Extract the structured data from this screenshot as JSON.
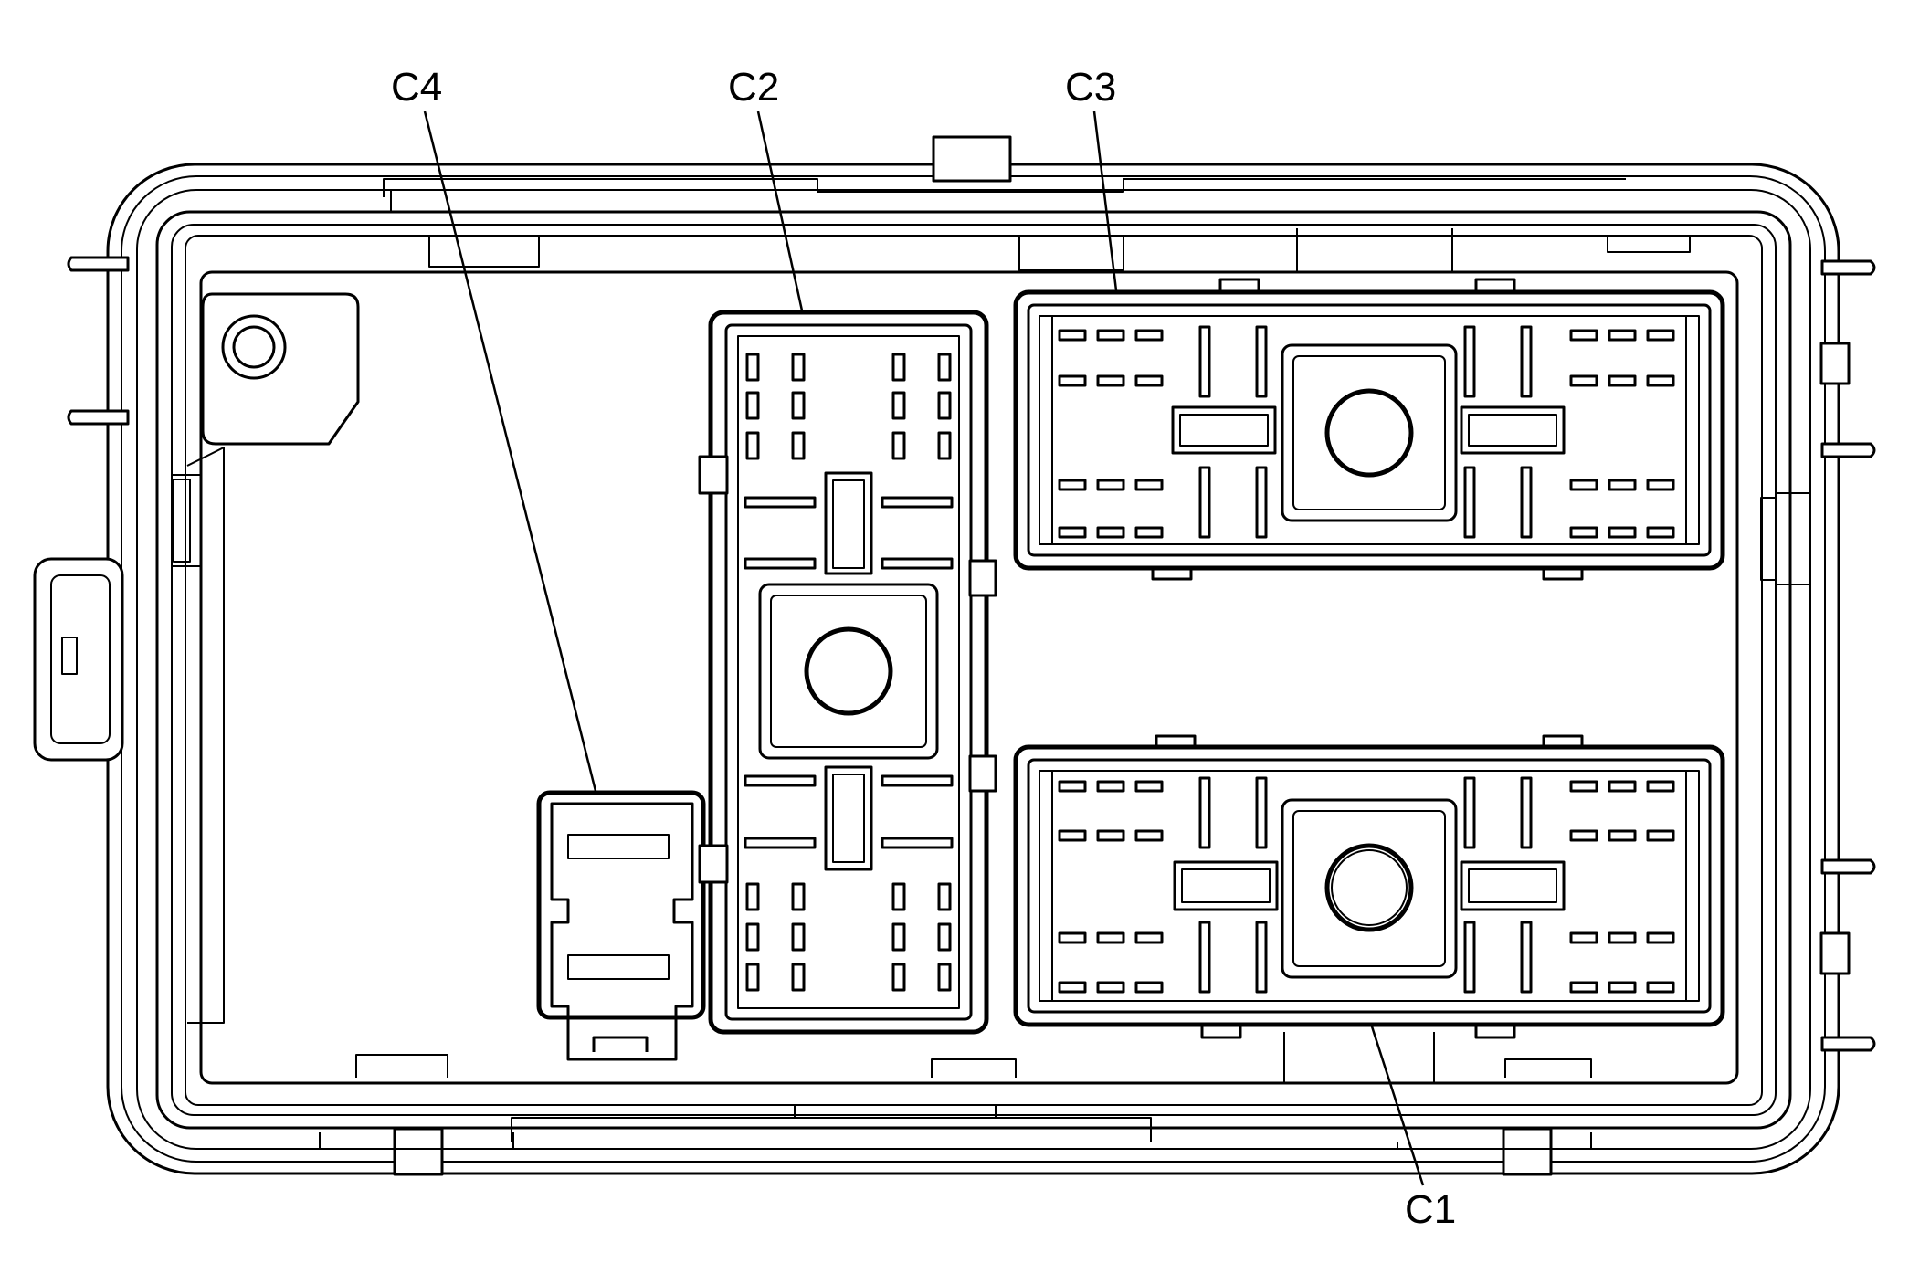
{
  "labels": {
    "c4": "C4",
    "c2": "C2",
    "c3": "C3",
    "c1": "C1"
  }
}
